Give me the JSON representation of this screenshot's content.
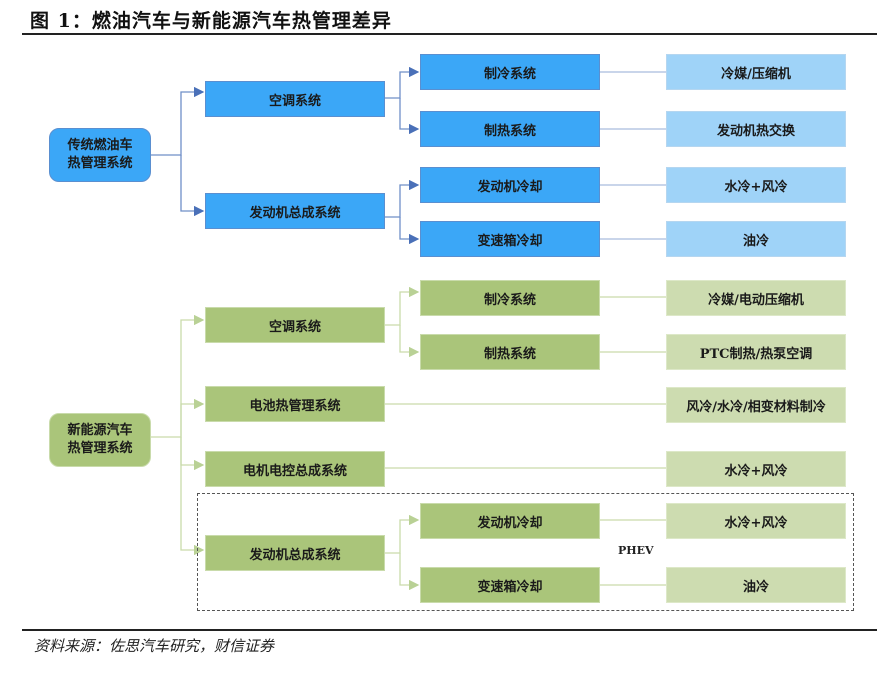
{
  "title": "图 1：燃油汽车与新能源汽车热管理差异",
  "source": "资料来源：佐思汽车研究，财信证券",
  "fuel": {
    "root": "传统燃油车热管理系统",
    "ac": "空调系统",
    "engine": "发动机总成系统",
    "cooling": "制冷系统",
    "heating": "制热系统",
    "engine_cool": "发动机冷却",
    "gearbox_cool": "变速箱冷却",
    "cooling_impl": "冷媒/压缩机",
    "heating_impl": "发动机热交换",
    "engine_impl": "水冷+风冷",
    "gearbox_impl": "油冷"
  },
  "nev": {
    "root": "新能源汽车热管理系统",
    "ac": "空调系统",
    "battery": "电池热管理系统",
    "motor": "电机电控总成系统",
    "engine": "发动机总成系统",
    "cooling": "制冷系统",
    "heating": "制热系统",
    "engine_cool": "发动机冷却",
    "gearbox_cool": "变速箱冷却",
    "cooling_impl": "冷媒/电动压缩机",
    "heating_impl": "PTC制热/热泵空调",
    "battery_impl": "风冷/水冷/相变材料制冷",
    "motor_impl": "水冷+风冷",
    "engine_impl": "水冷+风冷",
    "gearbox_impl": "油冷",
    "phev": "PHEV"
  },
  "colors": {
    "blue_dark": "#3ba7f7",
    "blue_light": "#9fd3f8",
    "green_dark": "#aac57a",
    "green_light": "#cddcb0"
  }
}
